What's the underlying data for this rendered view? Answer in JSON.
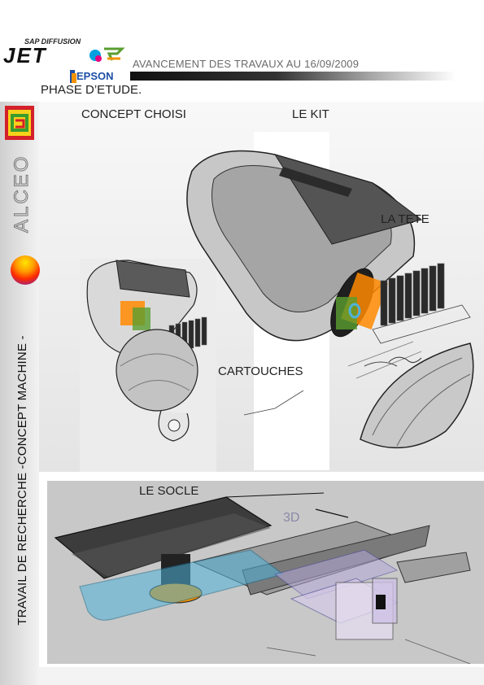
{
  "header": {
    "logo_word": "JET",
    "logo_sub": "SAP DIFFUSION",
    "logo_brand": "EPSON",
    "title": "AVANCEMENT DES TRAVAUX AU 16/09/2009"
  },
  "phase_label": "PHASE D’ETUDE.",
  "sidebar": {
    "brand": "ALCEO",
    "vertical_title": "TRAVAIL DE RECHERCHE -CONCEPT MACHINE -"
  },
  "labels": {
    "concept": "CONCEPT CHOISI",
    "kit": "LE KIT",
    "tete": "LA TETE",
    "cartouches": "CARTOUCHES",
    "socle": "LE SOCLE",
    "tag_3d": "3D"
  },
  "colors": {
    "accent_orange": "#f39200",
    "accent_green": "#5a9e2f",
    "glass_blue": "#4fb3d9"
  }
}
